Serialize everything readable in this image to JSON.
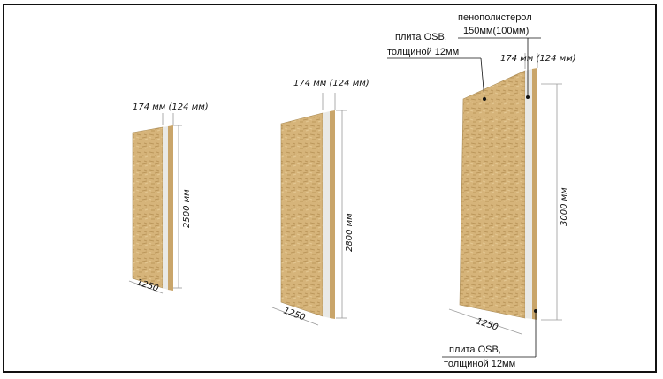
{
  "colors": {
    "osb_light": "#d6b47a",
    "osb_dark": "#b08a4e",
    "foam": "#e9e9e6",
    "frame": "#111111",
    "dim_line": "#9a9a9a"
  },
  "panels": [
    {
      "thickness_label": "174 мм (124 мм)",
      "height_label": "2500 мм",
      "width_label": "1250"
    },
    {
      "thickness_label": "174 мм (124 мм)",
      "height_label": "2800 мм",
      "width_label": "1250"
    },
    {
      "thickness_label": "174 мм (124 мм)",
      "height_label": "3000 мм",
      "width_label": "1250"
    }
  ],
  "callouts": {
    "foam_line1": "пенополистерол",
    "foam_line2": "150мм(100мм)",
    "osb_top_line1": "плита OSB,",
    "osb_top_line2": "толщиной 12мм",
    "osb_bottom_line1": "плита OSB,",
    "osb_bottom_line2": "толщиной 12мм"
  }
}
